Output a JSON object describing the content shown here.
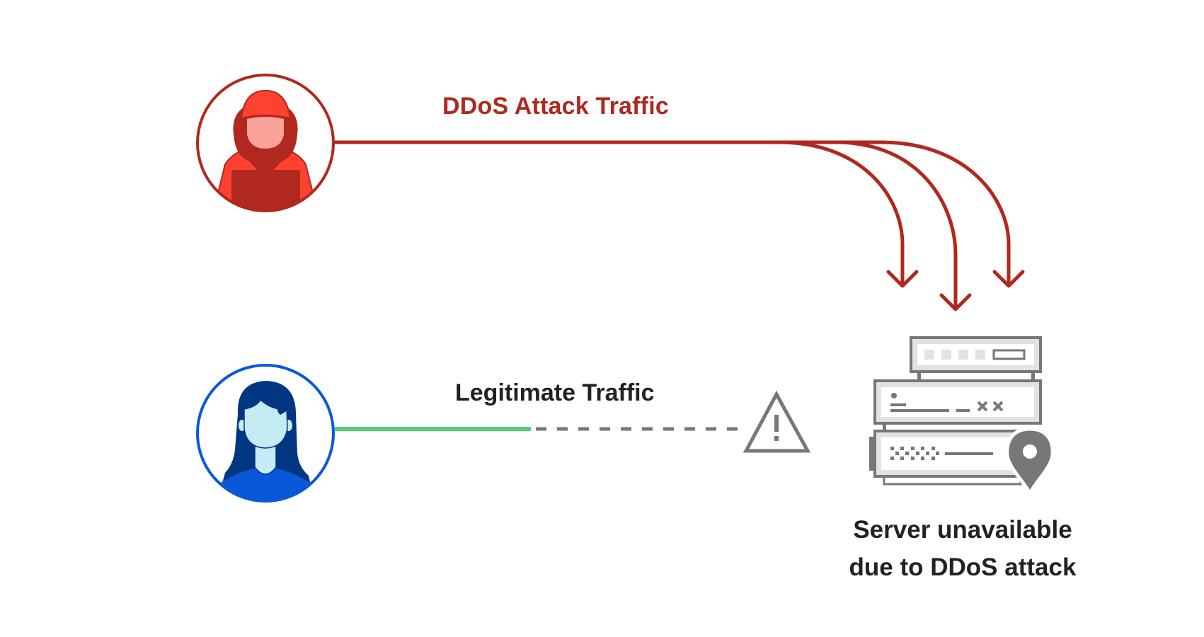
{
  "diagram": {
    "title": "DDoS attack illustration",
    "attack_traffic": {
      "label": "DDoS Attack Traffic",
      "color": "#b0281e",
      "arrow_count": 3
    },
    "legitimate_traffic": {
      "label": "Legitimate Traffic",
      "line_color_reached": "#55cc7a",
      "line_color_blocked": "#777777",
      "status_icon": "warning-triangle-icon"
    },
    "actors": {
      "attacker": {
        "icon": "hooded-hacker-icon",
        "ring_color": "#b0281e",
        "accent_color": "#ff4130"
      },
      "user": {
        "icon": "woman-user-icon",
        "ring_color": "#0958d9",
        "accent_color": "#003682"
      }
    },
    "server": {
      "icon": "server-stack-icon",
      "location_icon": "map-pin-icon",
      "caption_line1": "Server unavailable",
      "caption_line2": "due to DDoS attack"
    }
  }
}
